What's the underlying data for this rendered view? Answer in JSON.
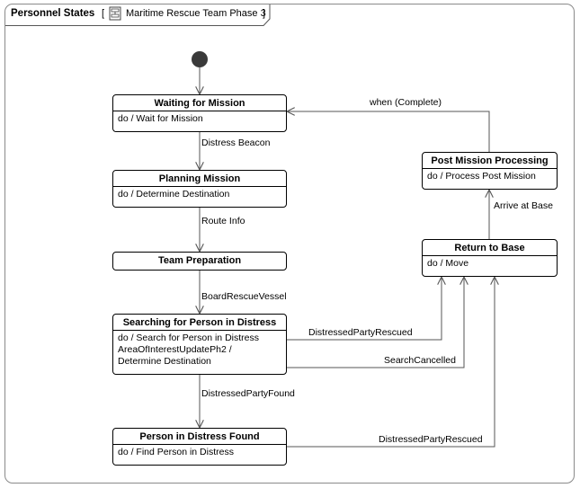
{
  "frame": {
    "title": "Personnel States",
    "open_bracket": "[",
    "close_bracket": "]",
    "context": "Maritime Rescue Team Phase 3",
    "context_icon": "state-machine-diagram-icon"
  },
  "states": {
    "waiting": {
      "name": "Waiting for Mission",
      "body": [
        "do / Wait for Mission"
      ]
    },
    "planning": {
      "name": "Planning Mission",
      "body": [
        "do / Determine Destination"
      ]
    },
    "preparation": {
      "name": "Team Preparation"
    },
    "searching": {
      "name": "Searching for Person in Distress",
      "body": [
        "do / Search for Person in Distress",
        "AreaOfInterestUpdatePh2 /",
        "Determine Destination"
      ]
    },
    "found": {
      "name": "Person in Distress Found",
      "body": [
        "do / Find Person in Distress"
      ]
    },
    "return": {
      "name": "Return to Base",
      "body": [
        "do / Move"
      ]
    },
    "post": {
      "name": "Post Mission Processing",
      "body": [
        "do / Process Post Mission"
      ]
    }
  },
  "transitions": {
    "distress_beacon": "Distress Beacon",
    "route_info": "Route Info",
    "board_vessel": "BoardRescueVessel",
    "party_found": "DistressedPartyFound",
    "search_rescued": "DistressedPartyRescued",
    "search_cancelled": "SearchCancelled",
    "found_rescued": "DistressedPartyRescued",
    "arrive_base": "Arrive at Base",
    "when_complete": "when (Complete)"
  }
}
